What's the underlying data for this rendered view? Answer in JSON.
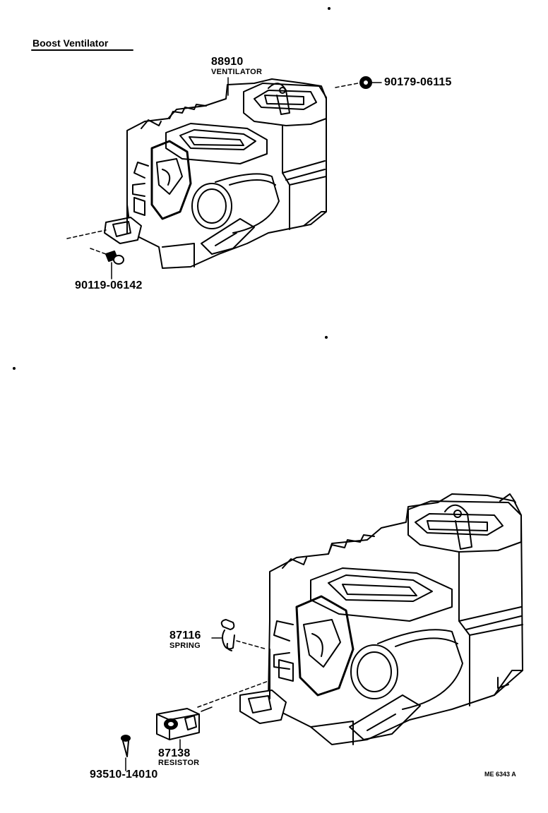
{
  "title": "Boost Ventilator",
  "parts": {
    "ventilator": {
      "number": "88910",
      "name": "VENTILATOR"
    },
    "nut": {
      "number": "90179-06115"
    },
    "bolt": {
      "number": "90119-06142"
    },
    "spring": {
      "number": "87116",
      "name": "SPRING"
    },
    "resistor": {
      "number": "87138",
      "name": "RESISTOR"
    },
    "screw": {
      "number": "93510-14010"
    }
  },
  "figure_code": "ME 6343 A"
}
